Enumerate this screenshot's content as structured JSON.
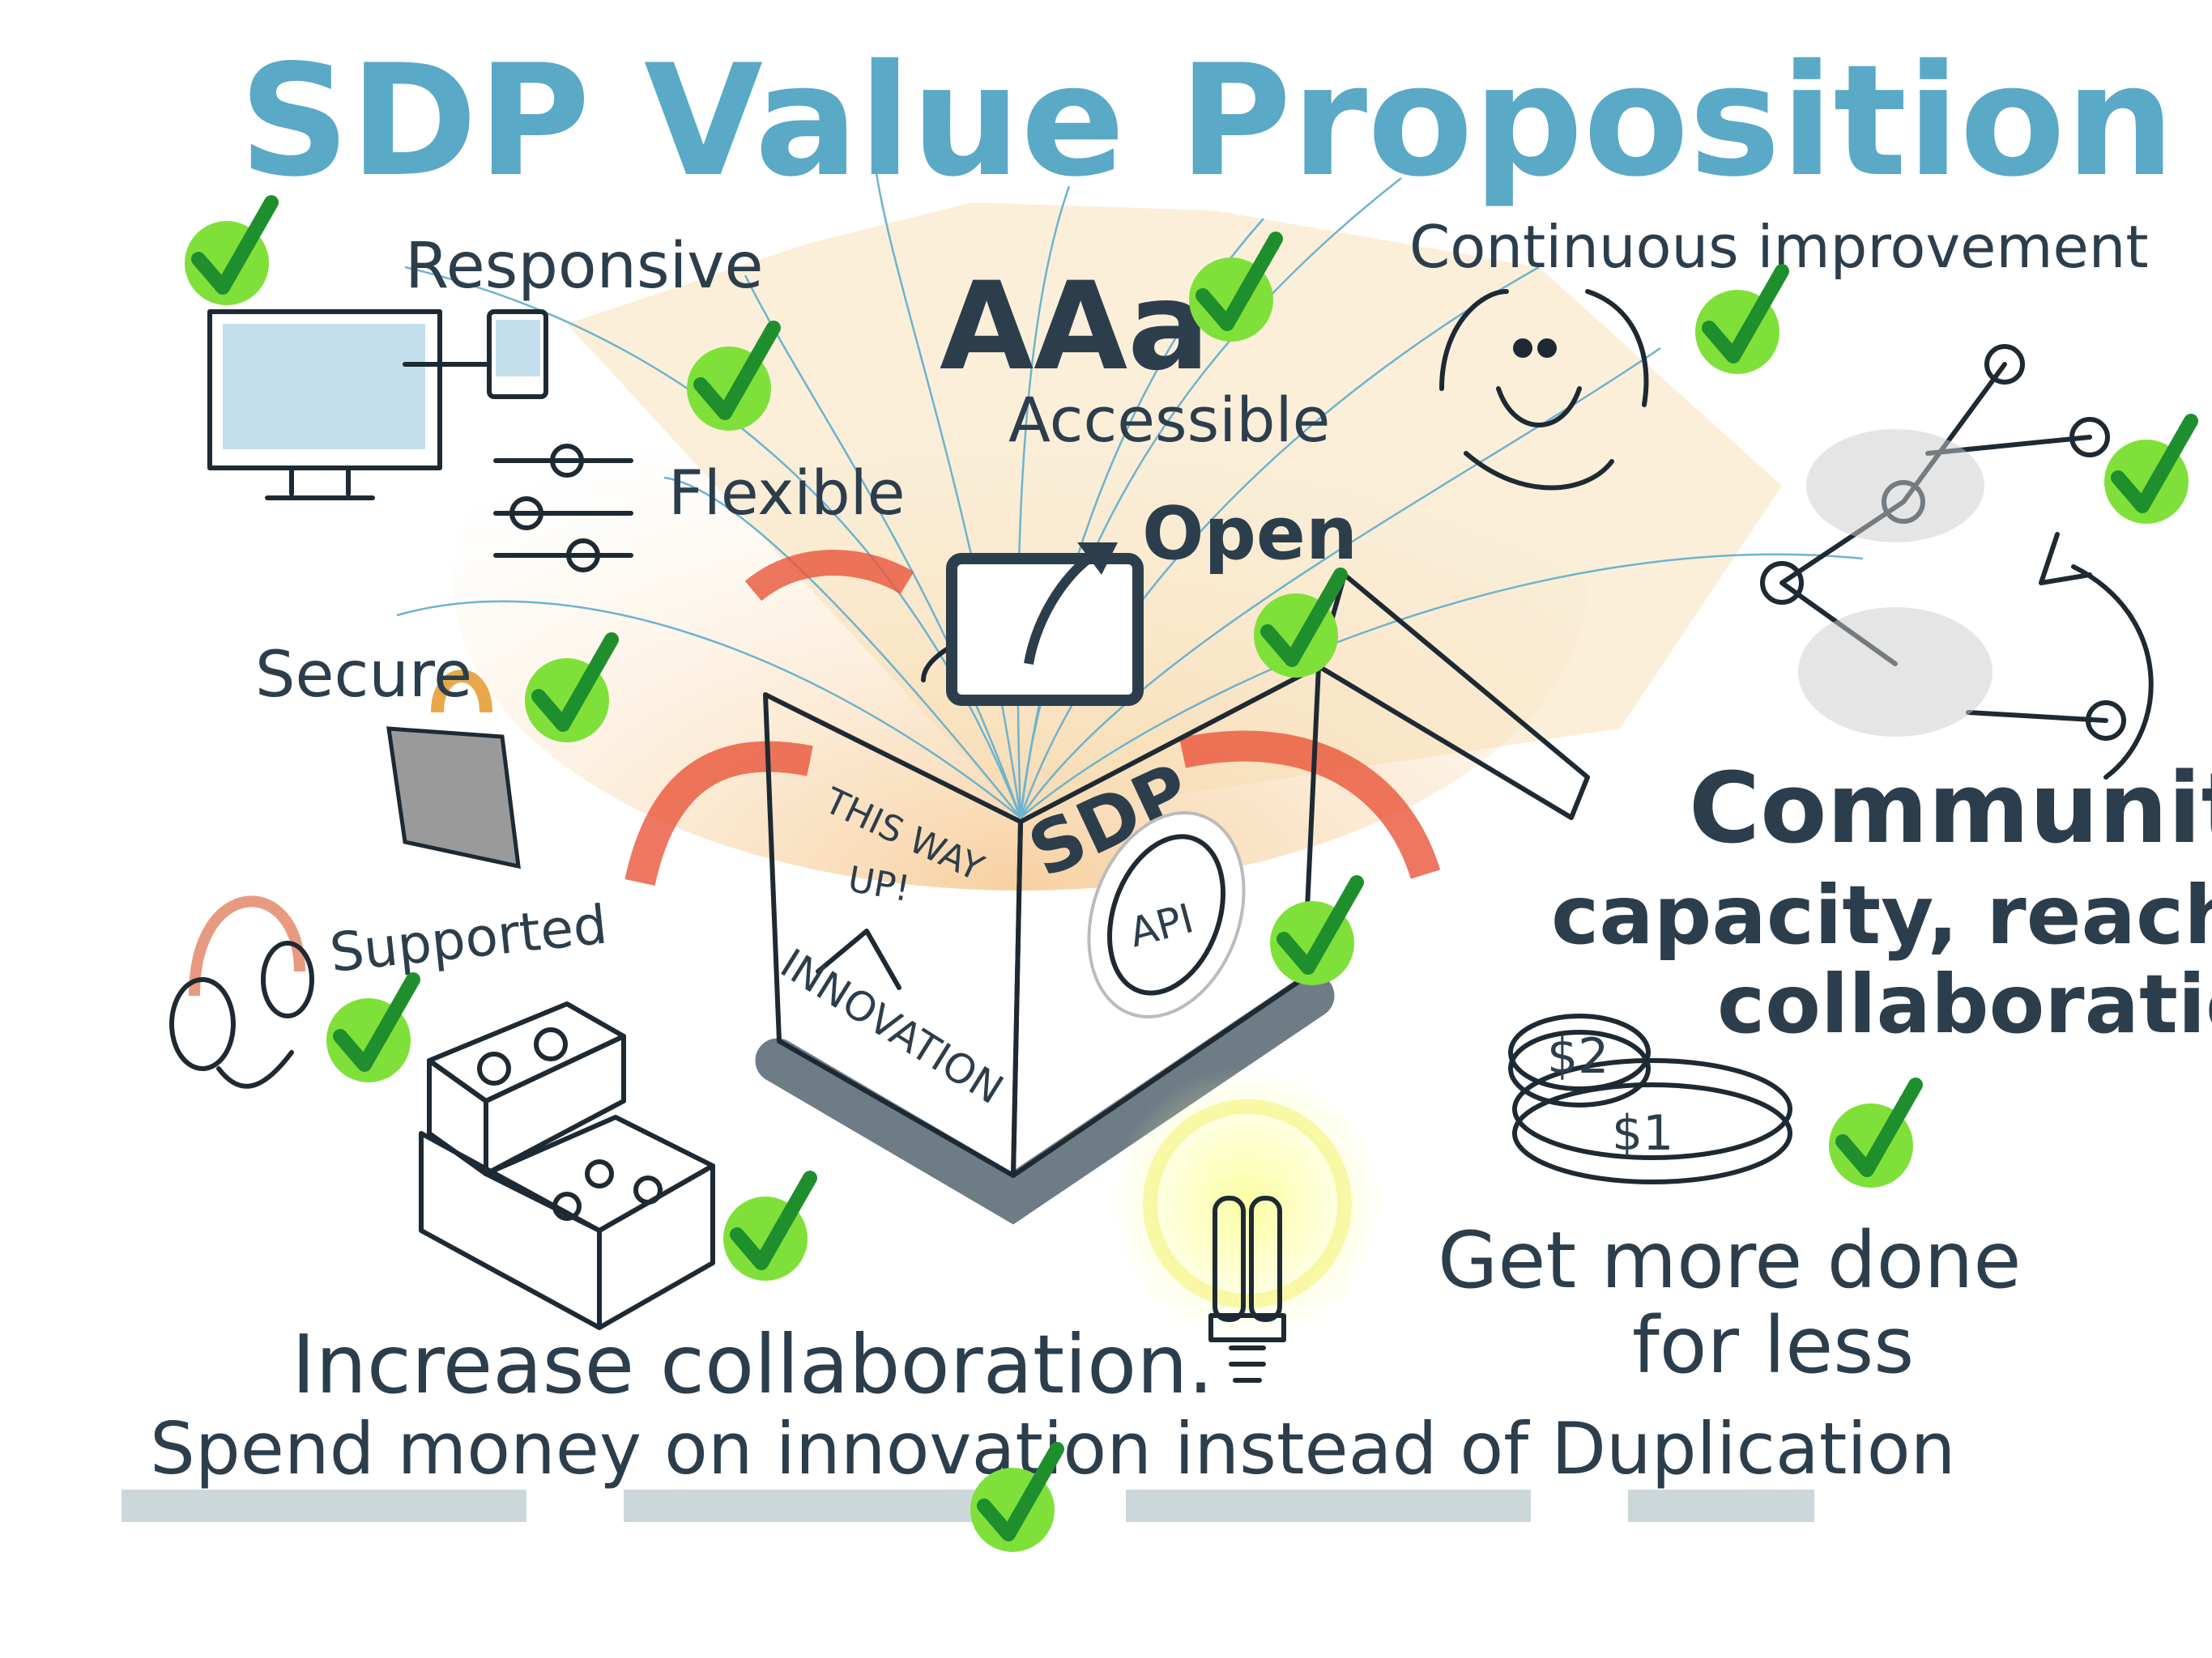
{
  "title": "SDP Value Proposition",
  "labels": {
    "responsive": "Responsive",
    "continuous_improvement": "Continuous improvement",
    "aaa": "AAa",
    "accessible": "Accessible",
    "flexible": "Flexible",
    "open": "Open",
    "secure": "Secure",
    "supported": "Supported",
    "community": "Community",
    "capacity": "capacity, reach +",
    "collaboration": "collaboration",
    "get_more_done": "Get more done",
    "for_less": "for less",
    "increase_collaboration": "Increase collaboration.",
    "spend_money": "Spend money on innovation instead of Duplication"
  },
  "box": {
    "this_way": "THIS WAY",
    "up": "UP!",
    "innovation": "INNOVATION",
    "sdp": "SDP",
    "api": "API"
  },
  "coins": {
    "big": "$2",
    "small": "$1"
  },
  "colors": {
    "title": "#5aa9c6",
    "ink": "#2c3e4c",
    "check": "#7fe03a",
    "check_mark": "#1f8f2e",
    "flap": "#e8553a",
    "glow": "#f5d08a",
    "coin": "#e8b86a"
  },
  "icons": [
    "check-icon",
    "monitor-icon",
    "phone-icon",
    "slider-icon",
    "shopping-bag-icon",
    "headphones-icon",
    "lego-bricks-icon",
    "open-box-icon",
    "gear-icon",
    "lightbulb-icon",
    "coins-icon",
    "smiley-cycle-icon",
    "network-people-icon",
    "curved-arrow-icon",
    "open-screen-icon"
  ]
}
